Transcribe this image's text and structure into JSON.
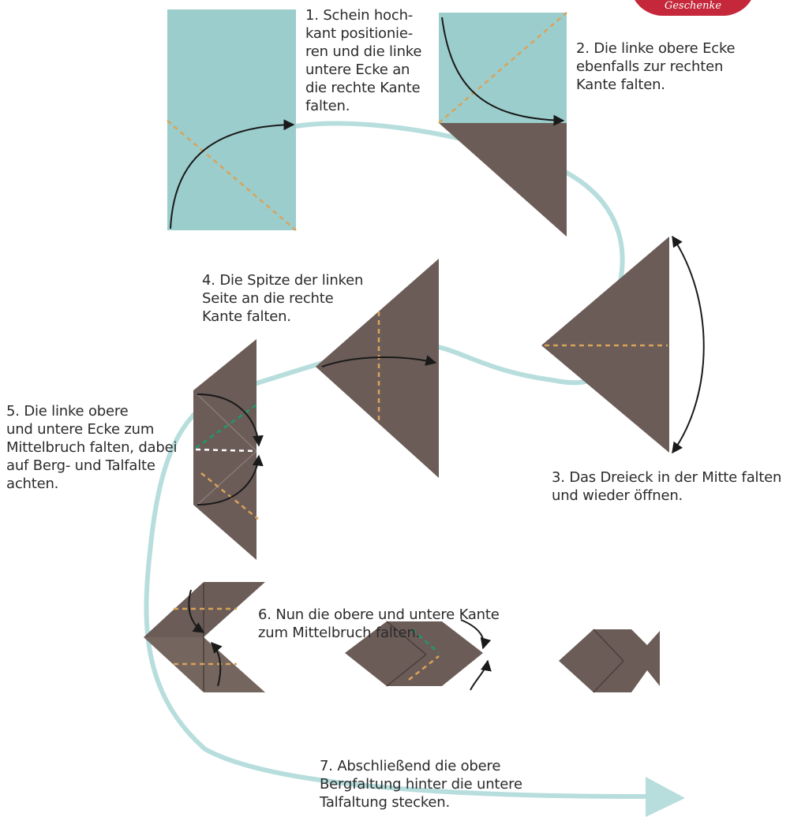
{
  "badge": {
    "text": "Geschenke"
  },
  "steps": [
    {
      "number": "1.",
      "text": "Schein hoch-\nkant positionie-\nren und die linke\nuntere Ecke an\ndie rechte Kante\nfalten."
    },
    {
      "number": "2.",
      "text": "Die linke obere Ecke\nebenfalls zur rechten\nKante falten."
    },
    {
      "number": "3.",
      "text": "Das Dreieck in der Mitte falten\nund wieder öffnen."
    },
    {
      "number": "4.",
      "text": "Die Spitze der linken\nSeite an die rechte\nKante falten."
    },
    {
      "number": "5.",
      "text": "Die linke obere\nund untere Ecke zum\nMittelbruch falten, dabei\nauf Berg- und Talfalte\nachten."
    },
    {
      "number": "6.",
      "text": "Nun die obere und untere Kante\nzum Mittelbruch falten."
    },
    {
      "number": "7.",
      "text": "Abschließend die obere\nBergfaltung hinter die untere\nTalfaltung stecken."
    }
  ],
  "colors": {
    "paper_light": "#9bcdcc",
    "paper_dark": "#6b5c58",
    "path_line": "#b7dedd",
    "valley_fold": "#d9a35a",
    "mountain_fold": "#1c9a6a",
    "arrow": "#1a1a1a",
    "badge": "#c4283a"
  }
}
